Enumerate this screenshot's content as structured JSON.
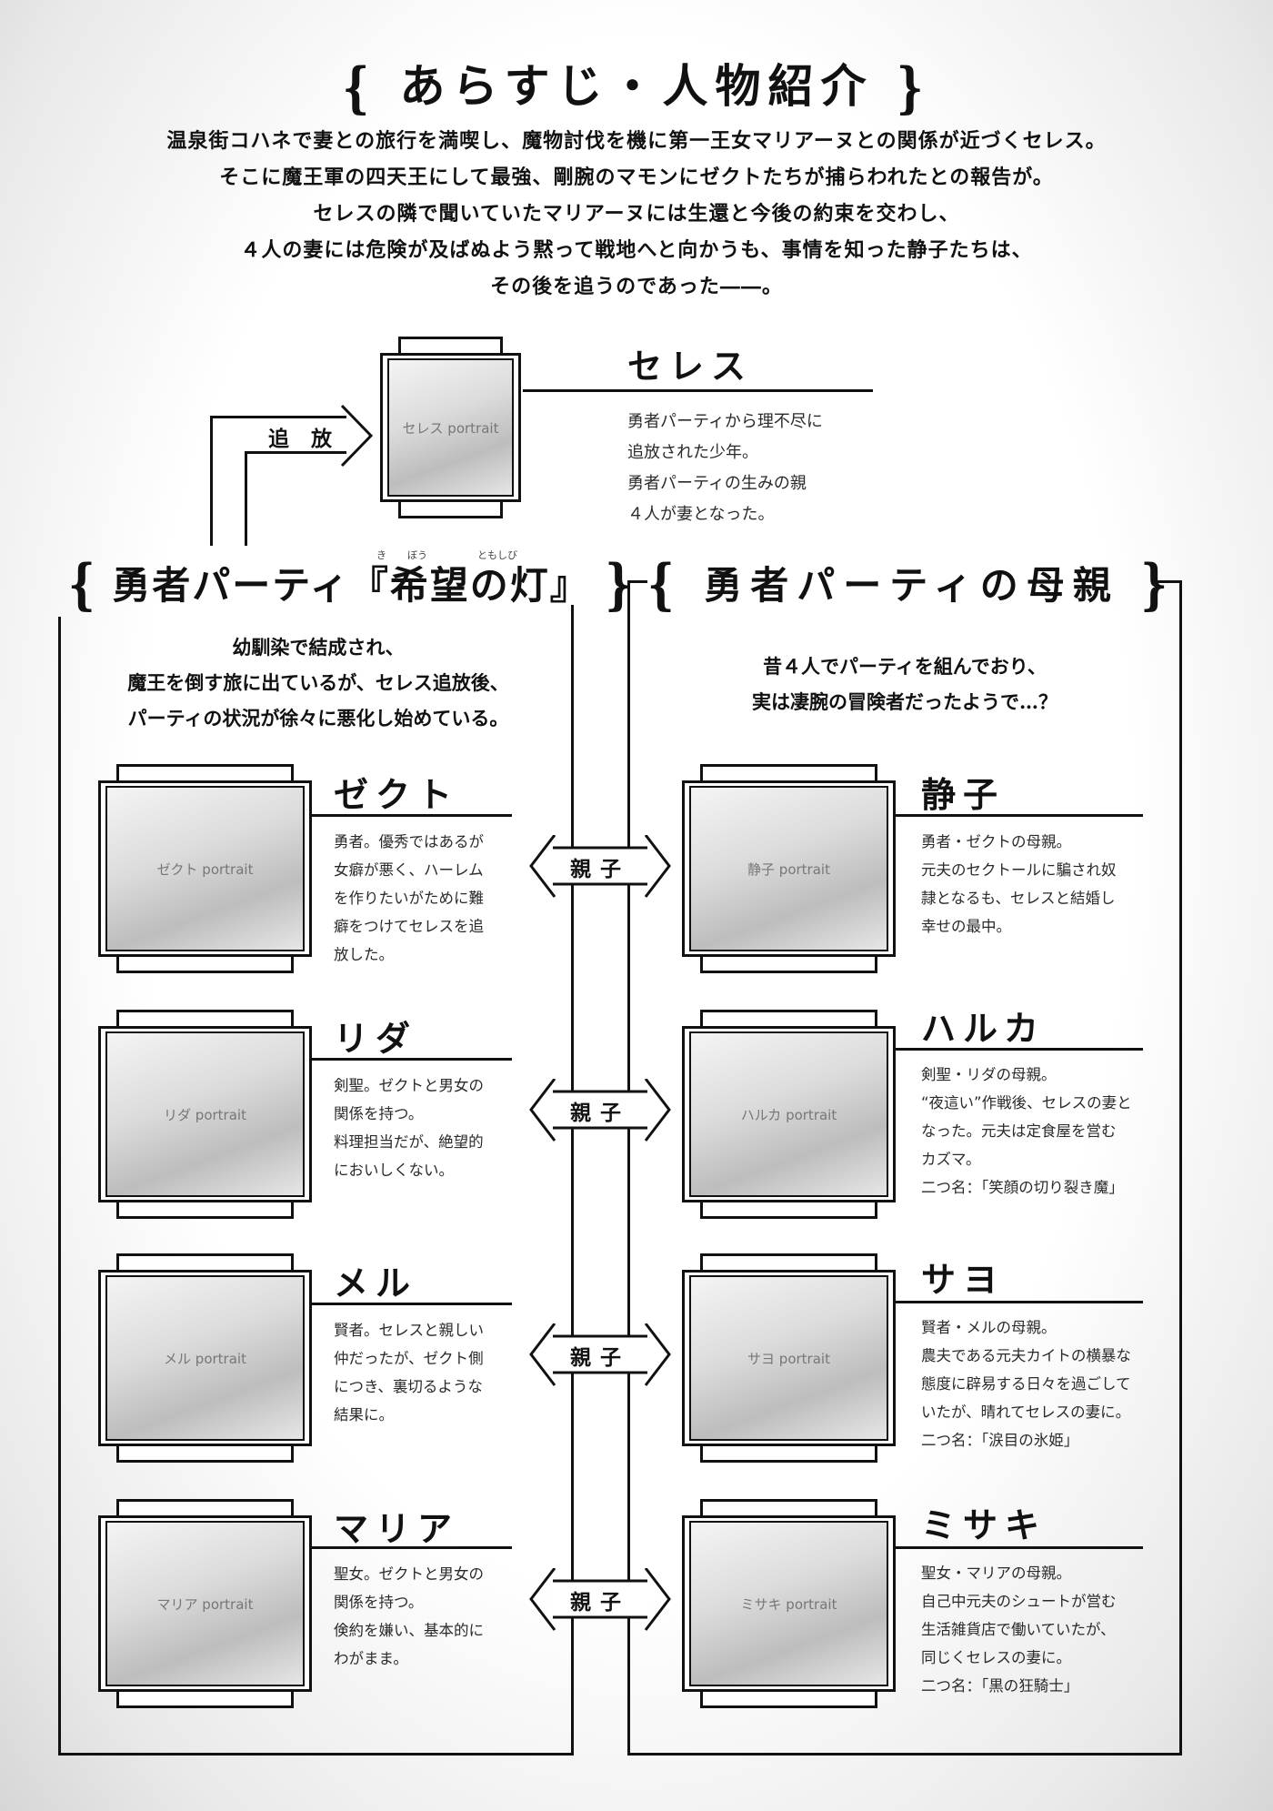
{
  "header": {
    "title": "あらすじ・人物紹介",
    "brace_left": "{",
    "brace_right": "}"
  },
  "synopsis": {
    "lines": [
      "温泉街コハネで妻との旅行を満喫し、魔物討伐を機に第一王女マリアーヌとの関係が近づくセレス。",
      "そこに魔王軍の四天王にして最強、剛腕のマモンにゼクトたちが捕らわれたとの報告が。",
      "セレスの隣で聞いていたマリアーヌには生還と今後の約束を交わし、",
      "４人の妻には危険が及ばぬよう黙って戦地へと向かうも、事情を知った静子たちは、",
      "その後を追うのであった――。"
    ]
  },
  "protagonist": {
    "name": "セレス",
    "portrait_alt": "セレス portrait",
    "desc": [
      "勇者パーティから理不尽に",
      "追放された少年。",
      "勇者パーティの生みの親",
      "４人が妻となった。"
    ],
    "arrow_label": "追 放"
  },
  "left_section": {
    "title": "勇者パーティ『希望の灯』",
    "ruby": [
      "き",
      "ぼう",
      "ともしび"
    ],
    "intro": [
      "幼馴染で結成され、",
      "魔王を倒す旅に出ているが、セレス追放後、",
      "パーティの状況が徐々に悪化し始めている。"
    ],
    "characters": [
      {
        "name": "ゼクト",
        "portrait_alt": "ゼクト portrait",
        "desc": [
          "勇者。優秀ではあるが",
          "女癖が悪く、ハーレム",
          "を作りたいがために難",
          "癖をつけてセレスを追",
          "放した。"
        ]
      },
      {
        "name": "リダ",
        "portrait_alt": "リダ portrait",
        "desc": [
          "剣聖。ゼクトと男女の",
          "関係を持つ。",
          "料理担当だが、絶望的",
          "においしくない。"
        ]
      },
      {
        "name": "メル",
        "portrait_alt": "メル portrait",
        "desc": [
          "賢者。セレスと親しい",
          "仲だったが、ゼクト側",
          "につき、裏切るような",
          "結果に。"
        ]
      },
      {
        "name": "マリア",
        "portrait_alt": "マリア portrait",
        "desc": [
          "聖女。ゼクトと男女の",
          "関係を持つ。",
          "倹約を嫌い、基本的に",
          "わがまま。"
        ]
      }
    ]
  },
  "right_section": {
    "title": "勇者パーティの母親",
    "intro": [
      "昔４人でパーティを組んでおり、",
      "実は凄腕の冒険者だったようで…？"
    ],
    "characters": [
      {
        "name": "静子",
        "portrait_alt": "静子 portrait",
        "desc": [
          "勇者・ゼクトの母親。",
          "元夫のセクトールに騙され奴",
          "隷となるも、セレスと結婚し",
          "幸せの最中。"
        ]
      },
      {
        "name": "ハルカ",
        "portrait_alt": "ハルカ portrait",
        "desc": [
          "剣聖・リダの母親。",
          "“夜這い”作戦後、セレスの妻と",
          "なった。元夫は定食屋を営む",
          "カズマ。",
          "二つ名：「笑顔の切り裂き魔」"
        ]
      },
      {
        "name": "サヨ",
        "portrait_alt": "サヨ portrait",
        "desc": [
          "賢者・メルの母親。",
          "農夫である元夫カイトの横暴な",
          "態度に辟易する日々を過ごして",
          "いたが、晴れてセレスの妻に。",
          "二つ名：「涙目の氷姫」"
        ]
      },
      {
        "name": "ミサキ",
        "portrait_alt": "ミサキ portrait",
        "desc": [
          "聖女・マリアの母親。",
          "自己中元夫のシュートが営む",
          "生活雑貨店で働いていたが、",
          "同じくセレスの妻に。",
          "二つ名：「黒の狂騎士」"
        ]
      }
    ]
  },
  "connectors": {
    "label": "親子",
    "count": 4
  }
}
